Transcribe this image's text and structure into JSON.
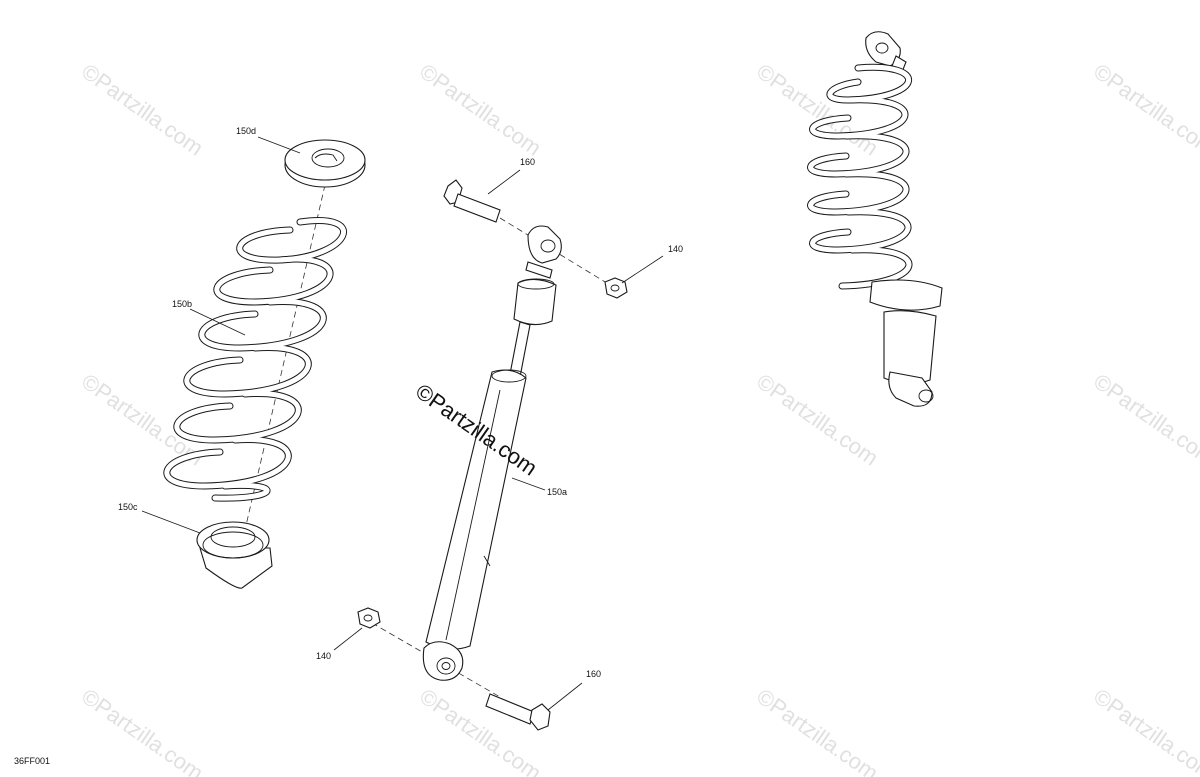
{
  "watermark": {
    "text": "©Partzilla.com",
    "main_text": "©Partzilla.com"
  },
  "callouts": {
    "c150d": "150d",
    "c150b": "150b",
    "c150c": "150c",
    "c160_top": "160",
    "c140_right": "140",
    "c150a": "150a",
    "c140_left": "140",
    "c160_bottom": "160"
  },
  "diagram_ref": "36FF001"
}
